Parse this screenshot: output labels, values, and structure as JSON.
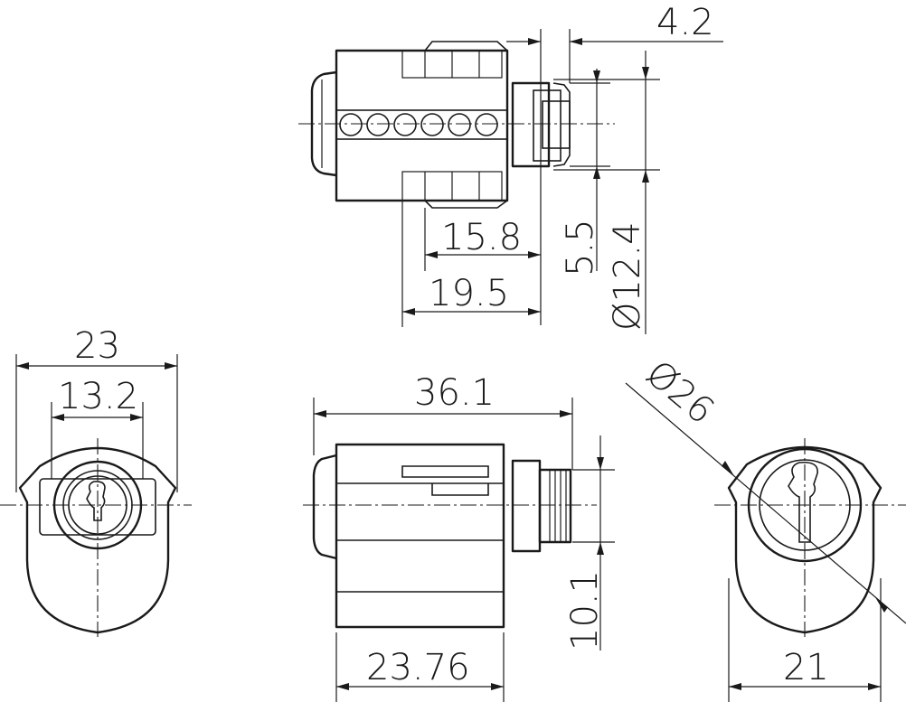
{
  "dimensions": {
    "top_d1": "4.2",
    "top_d2": "15.8",
    "top_d3": "19.5",
    "top_d4": "5.5",
    "top_d5": "Ø12.4",
    "left_d1": "23",
    "left_d2": "13.2",
    "mid_d1": "36.1",
    "mid_d2": "23.76",
    "mid_d3": "10.1",
    "right_d1": "Ø26",
    "right_d2": "21"
  }
}
